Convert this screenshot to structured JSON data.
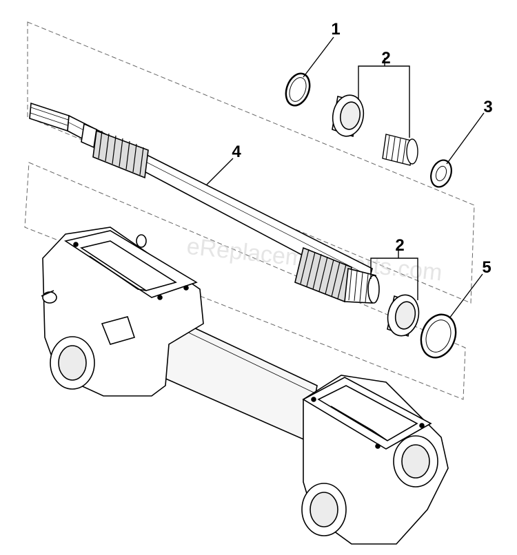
{
  "watermark": "eReplacementParts.com",
  "callouts": [
    {
      "id": "1",
      "label": "1"
    },
    {
      "id": "2a",
      "label": "2"
    },
    {
      "id": "3",
      "label": "3"
    },
    {
      "id": "4",
      "label": "4"
    },
    {
      "id": "2b",
      "label": "2"
    },
    {
      "id": "5",
      "label": "5"
    }
  ]
}
